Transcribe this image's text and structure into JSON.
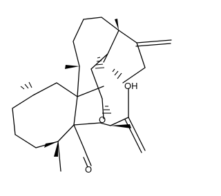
{
  "labels": {
    "hydroxyl": "OH",
    "ketone_oxygen": "O",
    "ring_oxygen": "O"
  },
  "colors": {
    "bond": "#000000",
    "background": "#ffffff"
  }
}
